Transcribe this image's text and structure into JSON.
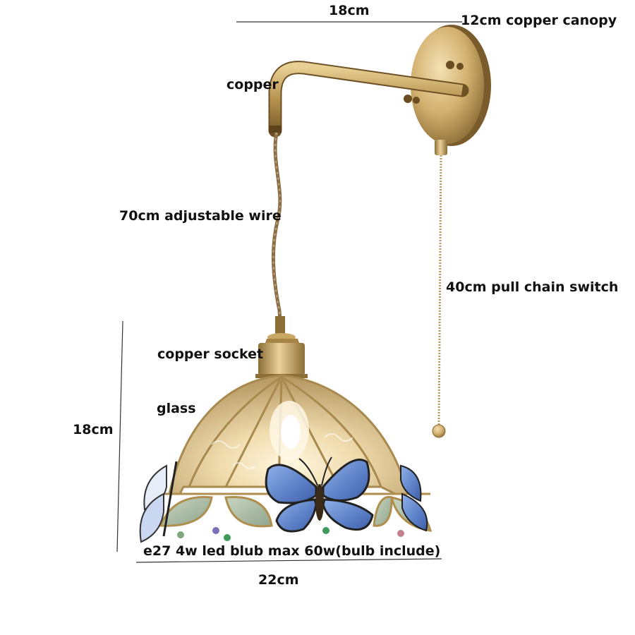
{
  "image": {
    "subject": "copper wall sconce with blue butterfly tiffany glass shade",
    "background": "#ffffff"
  },
  "labels": {
    "top_width": "18cm",
    "canopy": "12cm copper canopy",
    "arm": "copper",
    "wire": "70cm adjustable wire",
    "chain": "40cm pull chain switch",
    "socket": "copper socket",
    "glass": "glass",
    "shade_height": "18cm",
    "bulb": "e27 4w led blub max 60w(bulb include)",
    "shade_width": "22cm"
  },
  "colors": {
    "brass": "#c9a765",
    "brass_dark": "#8c6e37",
    "butterfly_blue": "#6d8fd0",
    "wire": "#8a6f4a",
    "text": "#111111"
  }
}
